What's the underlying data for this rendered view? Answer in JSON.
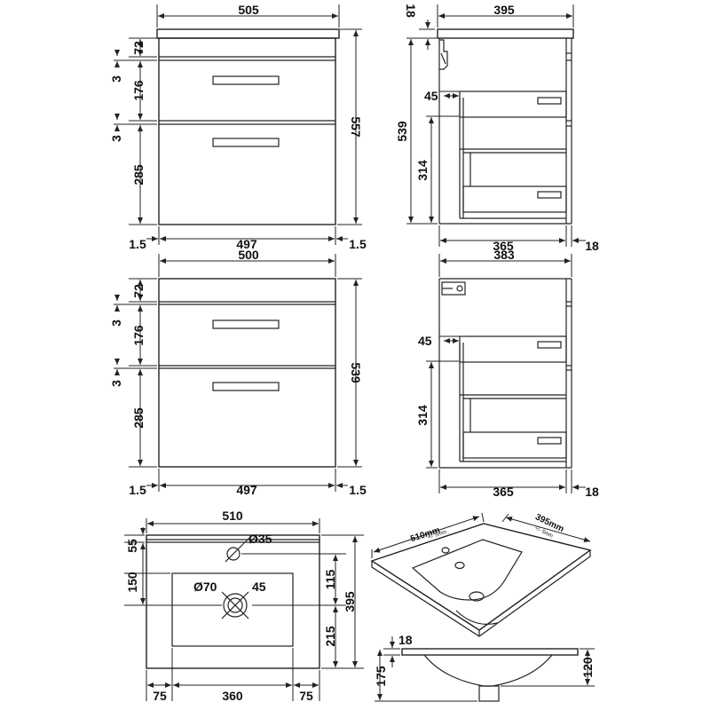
{
  "view1": {
    "width_top": "505",
    "depth_top": "395",
    "top_thk": "18",
    "total_h": "557",
    "side_h": "539",
    "top_band": "72",
    "gap1": "3",
    "drawer1": "176",
    "gap2": "3",
    "drawer2": "285",
    "inner_w": "497",
    "edge_l": "1.5",
    "edge_r": "1.5",
    "ledge": "45",
    "int_h": "314",
    "base_depth": "365",
    "base_back": "18"
  },
  "view2": {
    "width_top": "500",
    "depth_top": "383",
    "total_h": "539",
    "top_band": "72",
    "gap1": "3",
    "drawer1": "176",
    "gap2": "3",
    "drawer2": "285",
    "inner_w": "497",
    "edge_l": "1.5",
    "edge_r": "1.5",
    "ledge": "45",
    "int_h": "314",
    "base_depth": "365",
    "base_back": "18"
  },
  "basin": {
    "width": "510",
    "top_strip": "55",
    "bowl_offset": "150",
    "tap_dia": "Ø35",
    "waste_dia": "Ø70",
    "waste_angle": "45",
    "tap_to_waste": "115",
    "waste_to_front": "215",
    "depth": "395",
    "side_l": "75",
    "bowl_w": "360",
    "side_r": "75"
  },
  "iso": {
    "width_label": "510mm",
    "width_tol": "+/- 5mm",
    "depth_label": "395mm",
    "depth_tol": "+/- 5mm"
  },
  "section": {
    "rim": "18",
    "total": "175",
    "bowl": "120"
  }
}
